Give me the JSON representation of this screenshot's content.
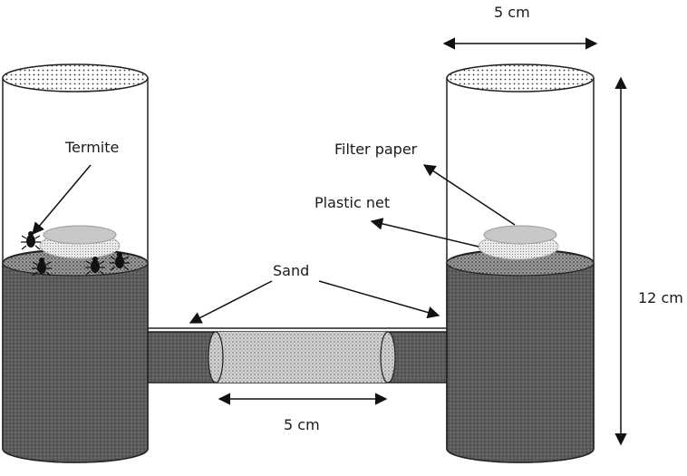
{
  "labels": {
    "termite": "Termite",
    "filter_paper": "Filter paper",
    "plastic_net": "Plastic net",
    "sand": "Sand",
    "width_top": "5 cm",
    "height": "12 cm",
    "tube_length": "5 cm"
  },
  "colors": {
    "sand_fill": "#5f5f5f",
    "tube_glass": "#ffffff",
    "filter_paper": "#c8c8c8",
    "outline": "#222222"
  }
}
